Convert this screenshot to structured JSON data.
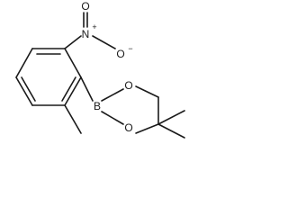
{
  "structure": {
    "atoms": {
      "boron": "B",
      "oxygen_ring_upper": "O",
      "oxygen_ring_lower": "O",
      "nitro_nitrogen": "N",
      "nitro_nitrogen_charge": "+",
      "nitro_oxygen_top": "O",
      "nitro_oxygen_right": "O",
      "nitro_oxygen_right_charge": "−"
    }
  }
}
